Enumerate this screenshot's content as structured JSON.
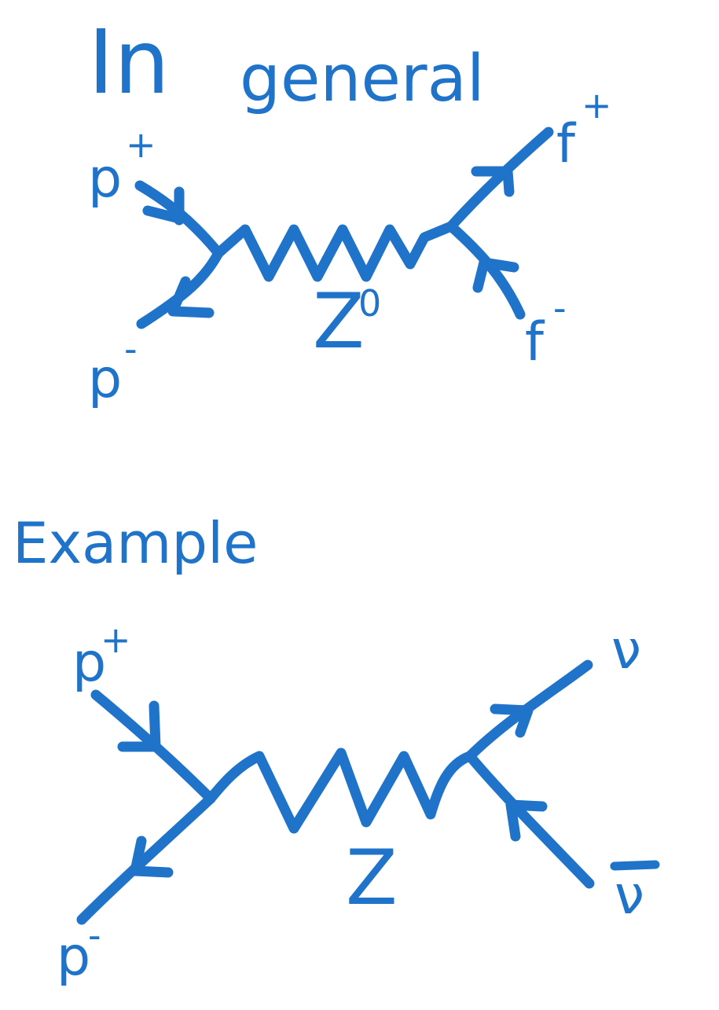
{
  "general": {
    "title_main": "In",
    "title_rest": "general",
    "incoming_top": {
      "symbol": "p",
      "charge": "+"
    },
    "incoming_bottom": {
      "symbol": "p",
      "charge": "-"
    },
    "boson": {
      "symbol": "Z",
      "superscript": "0"
    },
    "outgoing_top": {
      "symbol": "f",
      "charge": "+"
    },
    "outgoing_bottom": {
      "symbol": "f",
      "charge": "-"
    }
  },
  "example": {
    "title": "Example",
    "incoming_top": {
      "symbol": "p",
      "charge": "+"
    },
    "incoming_bottom": {
      "symbol": "p",
      "charge": "-"
    },
    "boson": {
      "symbol": "Z"
    },
    "outgoing_top": {
      "symbol": "ν"
    },
    "outgoing_bottom": {
      "symbol": "ν",
      "bar": true
    }
  },
  "colors": {
    "ink": "#1f73c9",
    "background": "#ffffff"
  }
}
